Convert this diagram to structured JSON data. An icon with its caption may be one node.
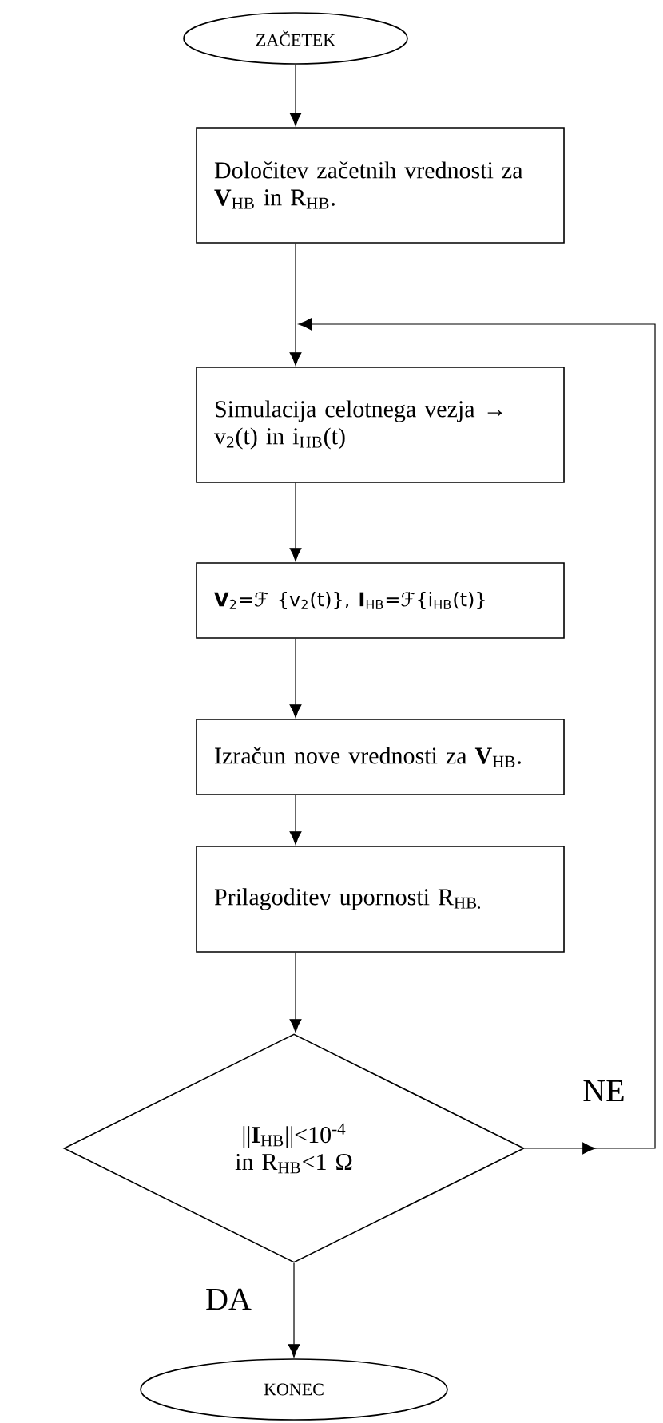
{
  "diagram": {
    "nodes": [
      {
        "text": [
          "ZAČETEK"
        ]
      },
      {
        "text": [
          "Določitev začetnih vrednosti za **V**$_{HB}$ in R$_{HB}$."
        ]
      },
      {
        "text": [
          "Simulacija celotnega vezja  → v$_{2}$(t) in i$_{HB}$(t)"
        ]
      },
      {
        "text": [
          "**V**$_{2}$=ℱ {v$_{2}$(t)},   **I**$_{HB}$=ℱ{i$_{HB}$(t)}"
        ]
      },
      {
        "text": [
          "Izračun nove vrednosti za **V**$_{HB}$."
        ]
      },
      {
        "text": [
          "Prilagoditev upornosti R$_{HB.}$"
        ]
      },
      {
        "text": [
          "||**I**$_{HB}$||<10$^{-4}$ in R$_{HB}$<1 Ω"
        ]
      },
      {
        "text": [
          "KONEC"
        ]
      }
    ],
    "edges": [
      {
        "from": 0,
        "to": 1,
        "arrow": "to"
      },
      {
        "from": 1,
        "to": 2,
        "arrow": "to"
      },
      {
        "from": 2,
        "to": 3,
        "arrow": "to"
      },
      {
        "from": 3,
        "to": 4,
        "arrow": "to"
      },
      {
        "from": 4,
        "to": 5,
        "arrow": "to"
      },
      {
        "from": 5,
        "to": 6,
        "arrow": "to"
      },
      {
        "from": 6,
        "to": 7,
        "arrow": "to",
        "label": "DA"
      },
      {
        "from": 6,
        "to": 2,
        "arrow": "to",
        "label": "NE"
      }
    ]
  }
}
